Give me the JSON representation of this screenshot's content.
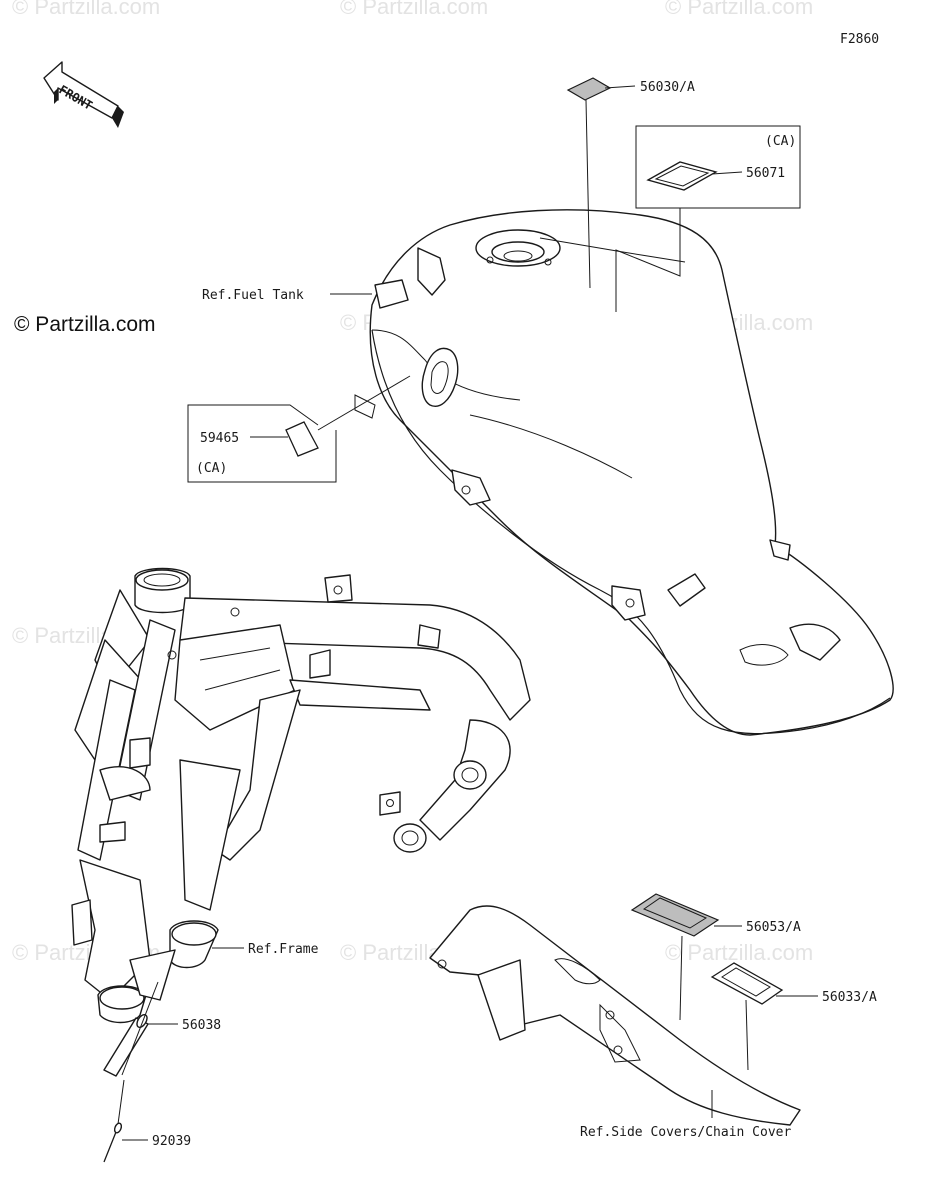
{
  "figure_code": "F2860",
  "brand": "© Partzilla.com",
  "watermark": "© Partzilla.com",
  "front_arrow": {
    "label": "FRONT",
    "icon": "front-direction-arrow-icon"
  },
  "labels": {
    "p56030": "56030/A",
    "ca_top": "(CA)",
    "p56071": "56071",
    "ref_fuel_tank": "Ref.Fuel Tank",
    "p59465": "59465",
    "ca_left": "(CA)",
    "p56053": "56053/A",
    "p56033": "56033/A",
    "ref_frame": "Ref.Frame",
    "p56038": "56038",
    "p92039": "92039",
    "ref_side_covers": "Ref.Side Covers/Chain Cover"
  },
  "colors": {
    "line": "#1a1a1a",
    "watermark": "#e3e3e3",
    "background": "#ffffff"
  }
}
